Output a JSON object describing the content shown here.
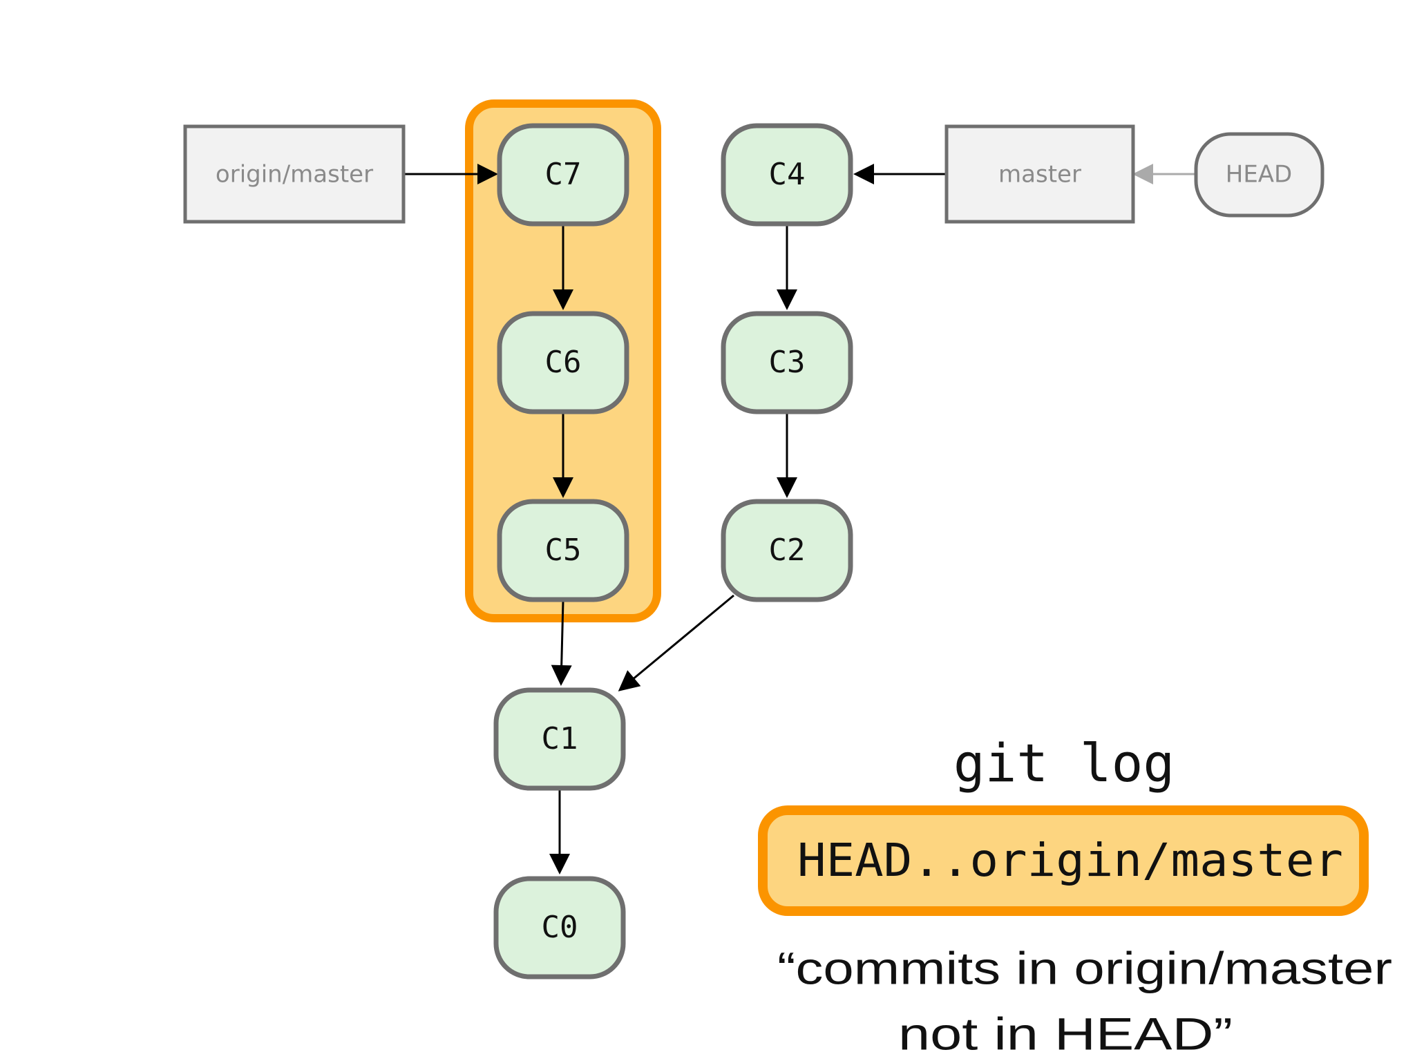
{
  "refs": {
    "origin_master": "origin/master",
    "master": "master",
    "head": "HEAD"
  },
  "commits": {
    "c0": "C0",
    "c1": "C1",
    "c2": "C2",
    "c3": "C3",
    "c4": "C4",
    "c5": "C5",
    "c6": "C6",
    "c7": "C7"
  },
  "command": {
    "title": "git log",
    "range": "HEAD..origin/master"
  },
  "caption": {
    "line1": "“commits in origin/master",
    "line2": "not in HEAD”"
  },
  "colors": {
    "commit_fill": "#dcf2dc",
    "node_stroke": "#6f6f6f",
    "ref_fill": "#f2f2f2",
    "highlight_fill": "#fdd580",
    "highlight_stroke": "#fb9400"
  }
}
